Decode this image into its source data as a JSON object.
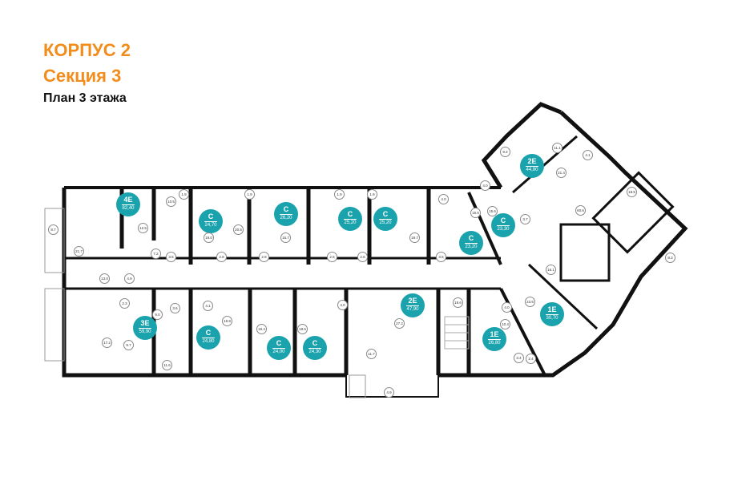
{
  "header": {
    "building": "КОРПУС 2",
    "section": "Секция 3",
    "floor_plan": "План 3 этажа"
  },
  "colors": {
    "title": "#f28c1b",
    "badge": "#1aa3ad",
    "wall": "#111111"
  },
  "apartments": [
    {
      "type": "4E",
      "area": "82,40"
    },
    {
      "type": "С",
      "area": "24,70"
    },
    {
      "type": "С",
      "area": "26,20"
    },
    {
      "type": "С",
      "area": "25,20"
    },
    {
      "type": "С",
      "area": "25,20"
    },
    {
      "type": "С",
      "area": "23,20"
    },
    {
      "type": "С",
      "area": "23,30"
    },
    {
      "type": "2E",
      "area": "44,80"
    },
    {
      "type": "3E",
      "area": "59,90"
    },
    {
      "type": "С",
      "area": "24,80"
    },
    {
      "type": "С",
      "area": "24,00"
    },
    {
      "type": "С",
      "area": "24,30"
    },
    {
      "type": "2E",
      "area": "47,90"
    },
    {
      "type": "1E",
      "area": "26,80"
    },
    {
      "type": "1E",
      "area": "30,70"
    }
  ],
  "rooms": [
    "12.5",
    "10.5",
    "7.2",
    "3.6",
    "1.9",
    "19.0",
    "2.8",
    "1.9",
    "20.5",
    "2.8",
    "16.7",
    "1.9",
    "2.6",
    "1.9",
    "2.6",
    "19.7",
    "4.0",
    "3.6",
    "15.6",
    "15.6",
    "8.7",
    "21.7",
    "13.0",
    "4.9",
    "2.3",
    "17.2",
    "9.0",
    "9.7",
    "3.6",
    "4.1",
    "18.8",
    "11.6",
    "19.4",
    "18.5",
    "4.0",
    "27.2",
    "11.7",
    "18.6",
    "4.0",
    "10.4",
    "3.4",
    "2.4",
    "23.5",
    "16.1",
    "60.6",
    "18.5",
    "8.3",
    "4.9",
    "11.1",
    "4.1",
    "21.4",
    "4.0",
    "3.7",
    "9.2"
  ]
}
